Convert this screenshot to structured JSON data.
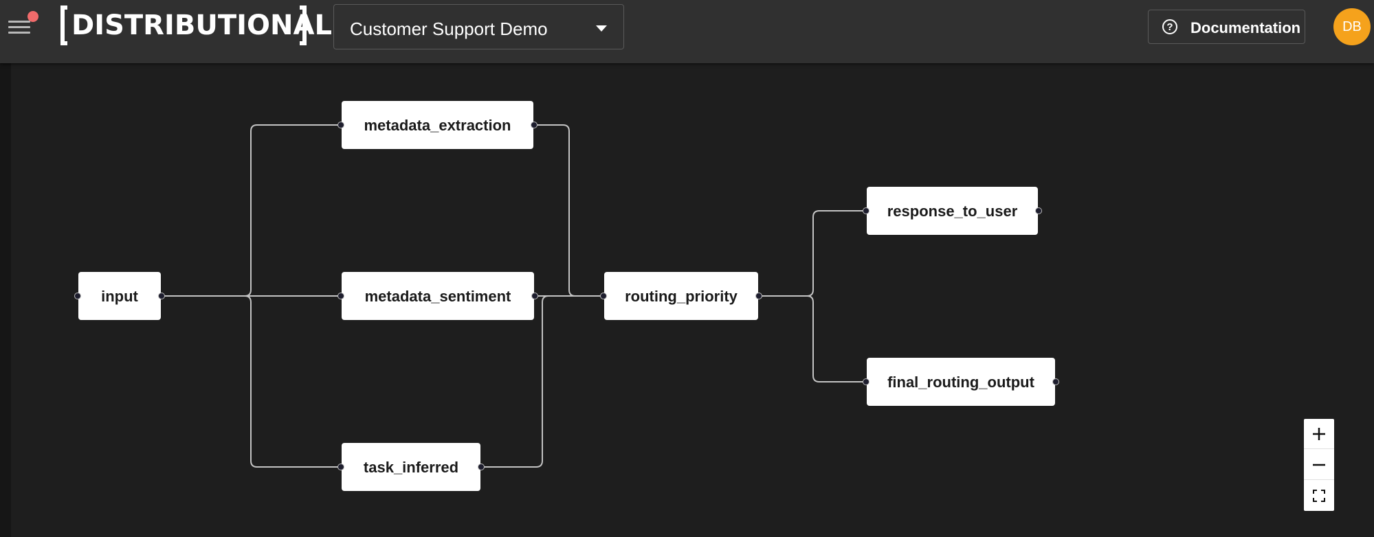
{
  "header": {
    "logo_text": "DISTRIBUTIONAL",
    "project_selector": {
      "selected": "Customer Support Demo"
    },
    "documentation_label": "Documentation",
    "avatar_initials": "DB",
    "notification_dot_color": "#f06b6b",
    "avatar_color": "#f5a21c"
  },
  "graph": {
    "nodes": [
      {
        "id": "input",
        "label": "input"
      },
      {
        "id": "metadata_extraction",
        "label": "metadata_extraction"
      },
      {
        "id": "metadata_sentiment",
        "label": "metadata_sentiment"
      },
      {
        "id": "task_inferred",
        "label": "task_inferred"
      },
      {
        "id": "routing_priority",
        "label": "routing_priority"
      },
      {
        "id": "response_to_user",
        "label": "response_to_user"
      },
      {
        "id": "final_routing_output",
        "label": "final_routing_output"
      }
    ],
    "edges": [
      {
        "from": "input",
        "to": "metadata_extraction"
      },
      {
        "from": "input",
        "to": "metadata_sentiment"
      },
      {
        "from": "input",
        "to": "task_inferred"
      },
      {
        "from": "metadata_extraction",
        "to": "routing_priority"
      },
      {
        "from": "metadata_sentiment",
        "to": "routing_priority"
      },
      {
        "from": "task_inferred",
        "to": "routing_priority"
      },
      {
        "from": "routing_priority",
        "to": "response_to_user"
      },
      {
        "from": "routing_priority",
        "to": "final_routing_output"
      }
    ]
  },
  "controls": {
    "zoom_in_icon": "plus-icon",
    "zoom_out_icon": "minus-icon",
    "fit_view_icon": "fit-view-icon"
  }
}
